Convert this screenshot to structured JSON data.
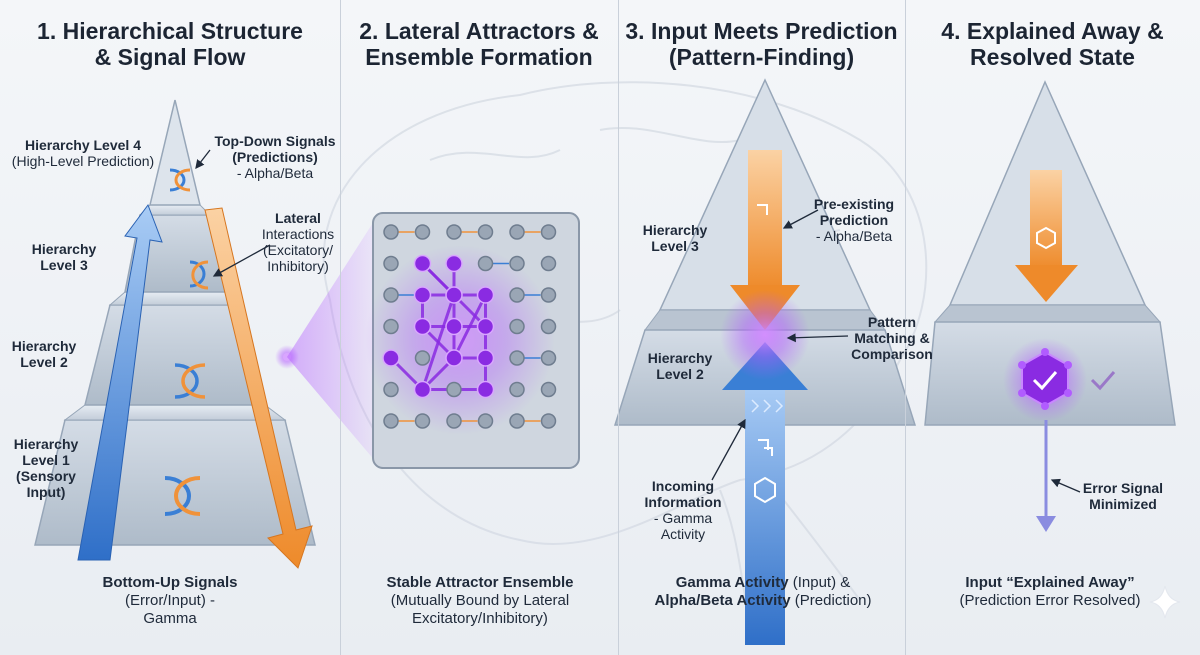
{
  "panels": [
    {
      "title_l1": "1. Hierarchical Structure",
      "title_l2": "& Signal Flow",
      "level4_name": "Hierarchy Level 4",
      "level4_sub": "(High-Level Prediction)",
      "level3_l1": "Hierarchy",
      "level3_l2": "Level 3",
      "level2_l1": "Hierarchy",
      "level2_l2": "Level 2",
      "level1_l1": "Hierarchy",
      "level1_l2": "Level 1",
      "level1_l3": "(Sensory",
      "level1_l4": "Input)",
      "topdown_l1": "Top-Down Signals",
      "topdown_l2": "(Predictions)",
      "topdown_l3": "- Alpha/Beta",
      "lateral_l1": "Lateral",
      "lateral_l2": "Interactions",
      "lateral_l3": "(Excitatory/",
      "lateral_l4": "Inhibitory)",
      "caption_l1": "Bottom-Up Signals",
      "caption_l2": "(Error/Input) -",
      "caption_l3": "Gamma"
    },
    {
      "title_l1": "2. Lateral Attractors &",
      "title_l2": "Ensemble Formation",
      "caption_l1": "Stable Attractor Ensemble",
      "caption_l2": "(Mutually Bound by Lateral",
      "caption_l3": "Excitatory/Inhibitory)"
    },
    {
      "title_l1": "3. Input Meets Prediction",
      "title_l2": "(Pattern-Finding)",
      "level3_l1": "Hierarchy",
      "level3_l2": "Level 3",
      "level2_l1": "Hierarchy",
      "level2_l2": "Level 2",
      "prediction_l1": "Pre-existing",
      "prediction_l2": "Prediction",
      "prediction_l3": "- Alpha/Beta",
      "matching_l1": "Pattern",
      "matching_l2": "Matching &",
      "matching_l3": "Comparison",
      "incoming_l1": "Incoming",
      "incoming_l2": "Information",
      "incoming_l3": "- Gamma",
      "incoming_l4": "Activity",
      "caption_a1": "Gamma Activity",
      "caption_a2": " (Input) &",
      "caption_b1": "Alpha/Beta Activity",
      "caption_b2": " (Prediction)"
    },
    {
      "title_l1": "4. Explained Away &",
      "title_l2": "Resolved State",
      "error_l1": "Error Signal",
      "error_l2": "Minimized",
      "caption_l1": "Input “Explained Away”",
      "caption_l2": "(Prediction Error Resolved)"
    }
  ],
  "colors": {
    "bottom_up": "#3a7fd5",
    "top_down": "#f0923a",
    "ensemble": "#8a2be2",
    "glow": "#c27bff",
    "pyramid": "#cfd8e3"
  },
  "icons": [
    "loop-arrow-icon",
    "check-icon",
    "hexagon-icon",
    "sparkle-icon"
  ]
}
